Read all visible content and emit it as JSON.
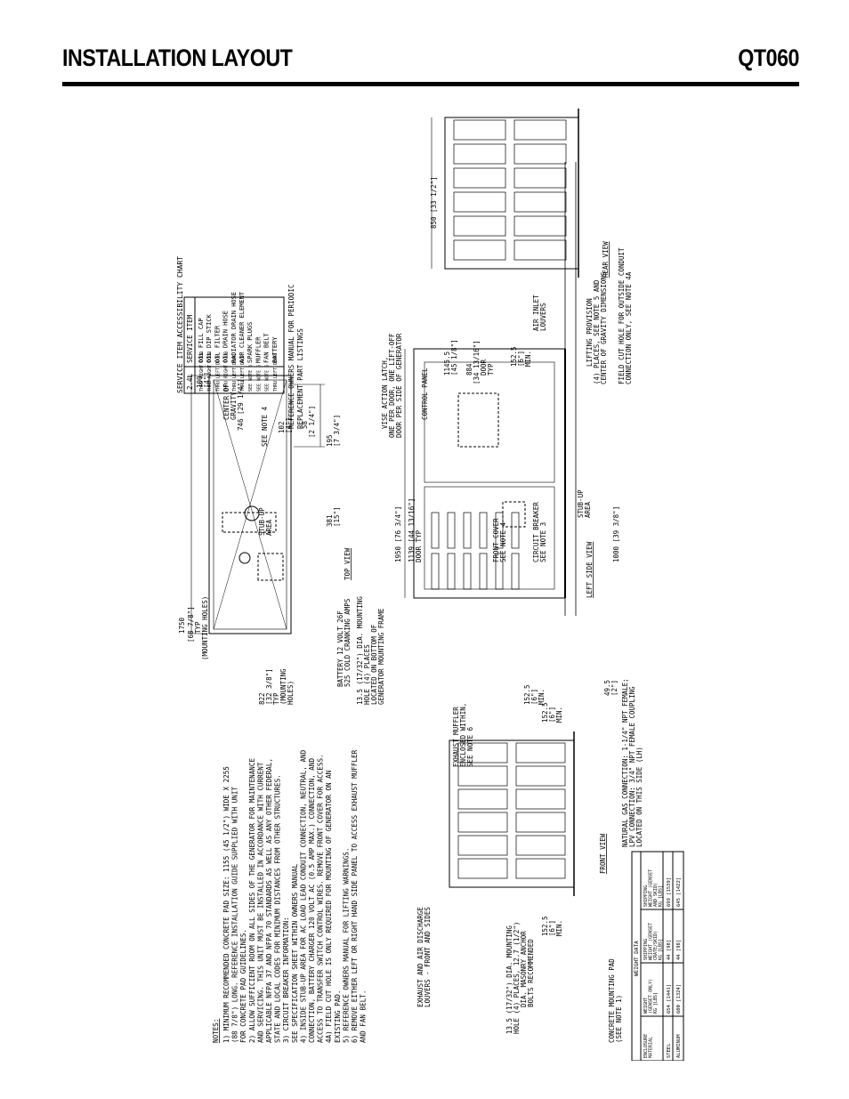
{
  "header": {
    "title": "INSTALLATION LAYOUT",
    "model": "QT060"
  },
  "service_chart": {
    "title": "SERVICE ITEM ACCESSIBILITY CHART",
    "col_item": "SERVICE ITEM",
    "col_access": "2.4L",
    "rows": [
      {
        "item": "OIL FILL CAP",
        "access": "THRU RIGHT DOOR"
      },
      {
        "item": "OIL DIP STICK",
        "access": "THRU RIGHT DOOR"
      },
      {
        "item": "OIL FILTER",
        "access": "THRU LEFT DOOR"
      },
      {
        "item": "OIL DRAIN HOSE",
        "access": "THRU RIGHT DOOR"
      },
      {
        "item": "RADIATOR DRAIN HOSE",
        "access": "THRU LEFT DOOR"
      },
      {
        "item": "AIR CLEANER ELEMENT",
        "access": "THRU LEFT DOOR"
      },
      {
        "item": "SPARK PLUGS",
        "access": "SEE NOTE 6"
      },
      {
        "item": "MUFFLER",
        "access": "SEE NOTE 6"
      },
      {
        "item": "FAN BELT",
        "access": "SEE NOTE 6"
      },
      {
        "item": "BATTERY",
        "access": "THRU LEFT DOOR"
      }
    ],
    "reference": [
      "REFERENCE OWNERS MANUAL FOR PERIODIC",
      "REPLACEMENT PART LISTINGS"
    ]
  },
  "top_view": {
    "label": "TOP VIEW",
    "dim_100": [
      "100",
      "[4\"]"
    ],
    "cog": [
      "CENTER OF",
      "GRAVITY",
      "746 [29 1/4\"]"
    ],
    "see_note_4": "SEE NOTE 4",
    "dim_102": [
      "102",
      "[4\"]"
    ],
    "dim_58": [
      "58",
      "[2 1/4\"]"
    ],
    "dim_195": [
      "195",
      "[7 3/4\"]"
    ],
    "dim_381": [
      "381",
      "[15\"]"
    ],
    "stub_up": [
      "STUB-UP",
      "AREA"
    ],
    "dim_1750": [
      "1750",
      "[68 7/8\"]",
      "TYP",
      "(MOUNTING HOLES)"
    ],
    "dim_822": [
      "822",
      "[32 3/8\"]",
      "TYP",
      "(MOUNTING",
      "HOLES)"
    ],
    "battery": [
      "BATTERY 12 VOLT 26F",
      "525 COLD CRANKING AMPS"
    ],
    "mount_hole": [
      "13.5 (17/32\") DIA. MOUNTING",
      "HOLE (4) PLACES",
      "LOCATED ON BOTTOM OF",
      "GENERATOR MOUNTING FRAME"
    ]
  },
  "left_side_view": {
    "label": "LEFT SIDE VIEW",
    "latch": [
      "VISE ACTION LATCH,",
      "ONE PER DOOR, ONE LIFT-OFF",
      "DOOR PER SIDE OF GENERATOR"
    ],
    "control_panel": "CONTROL PANEL",
    "dim_1145": [
      "1145.5",
      "[45 1/8\"]"
    ],
    "dim_884": [
      "884",
      "[34 13/16\"]",
      "DOOR",
      "TYP"
    ],
    "dim_1525_min": [
      "152.5",
      "[6\"]",
      "MIN."
    ],
    "dim_1950": [
      "1950 [76 3/4\"]"
    ],
    "dim_1139": [
      "1139 [44 13/16\"]",
      "DOOR TYP"
    ],
    "front_cover": [
      "FRONT COVER",
      "SEE NOTE 4"
    ],
    "circuit_breaker": [
      "CIRCUIT BREAKER",
      "SEE NOTE 3"
    ],
    "stub_up": [
      "STUB-UP",
      "AREA"
    ],
    "dim_1000": "1000 [39 3/8\"]",
    "lifting": [
      "LIFTING PROVISION",
      "(4) PLACES, SEE NOTE 5 AND",
      "CENTER OF GRAVITY DIMENSIONS"
    ],
    "field_cut": [
      "FIELD CUT HOLE FOR OUTSIDE CONDUIT",
      "CONNECTION ONLY, SEE NOTE 4A"
    ],
    "exhaust_muffler": [
      "EXHAUST MUFFLER",
      "ENCLOSED WITHIN,",
      "SEE NOTE 6"
    ],
    "dim_1525": [
      "152.5",
      "[6\"]",
      "MIN."
    ],
    "dim_495": [
      "49.5",
      "[2\"]"
    ],
    "gas": [
      "NATURAL GAS CONNECTION: 1-1/4\" NPT FEMALE;",
      "LPV CONNECTION: 3/4\" NPT FEMALE COUPLING",
      "LOCATED ON THIS SIDE (LH)"
    ]
  },
  "rear_view": {
    "label": "REAR VIEW",
    "dim_850": "850 [33 1/2\"]",
    "louvers": [
      "AIR INLET",
      "LOUVERS"
    ]
  },
  "front_view": {
    "label": "FRONT VIEW",
    "dim_top": [
      "152.5",
      "[6\"]",
      "MIN."
    ],
    "dim_bottom": [
      "152.5",
      "[6\"]",
      "MIN."
    ]
  },
  "notes": {
    "heading": "NOTES:",
    "lines": [
      "1)  MINIMUM RECOMMENDED CONCRETE PAD SIZE: 1155 (45 1/2\") WIDE X 2255",
      "    (88 7/8\") LONG. REFERENCE INSTALLATION GUIDE SUPPLIED WITH UNIT",
      "    FOR CONCRETE PAD GUIDELINES.",
      "2)  ALLOW SUFFICIENT ROOM ON ALL SIDES OF THE GENERATOR FOR MAINTENANCE",
      "    AND SERVICING. THIS UNIT MUST BE INSTALLED IN ACCORDANCE WITH CURRENT",
      "    APPLICABLE NFPA 37 AND NFPA 70 STANDARDS AS WELL AS ANY OTHER FEDERAL,",
      "    STATE AND LOCAL CODES FOR MINIMUM DISTANCES FROM OTHER STRUCTURES.",
      "3)  CIRCUIT BREAKER INFORMATION:",
      "    SEE SPECIFICATION SHEET WITHIN OWNERS MANUAL",
      "4)  INSIDE STUB-UP AREA FOR AC LOAD LEAD CONDUIT CONNECTION, NEUTRAL, AND",
      "    CONNECTION, BATTERY CHARGER 120 VOLT AC (0.5 AMP MAX.) CONNECTION, AND",
      "    ACCESS TO TRANSFER SWITCH CONTROL WIRES. REMOVE FRONT COVER FOR ACCESS.",
      "4A) FIELD CUT HOLE IS ONLY REQUIRED FOR MOUNTING OF GENERATOR ON AN",
      "    EXISTING PAD.",
      "5)  REFERENCE OWNERS MANUAL FOR LIFTING WARNINGS.",
      "6)  REMOVE EITHER LEFT OR RIGHT HAND SIDE PANEL TO ACCESS EXHAUST MUFFLER",
      "    AND FAN BELT."
    ]
  },
  "callouts": {
    "exhaust_louvers": [
      "EXHAUST AND AIR DISCHARGE",
      "LOUVERS - FRONT AND SIDES"
    ],
    "anchor": [
      "13.5 (17/32\") DIA. MOUNTING",
      "HOLE (4) PLACES, 12.7 (1/2\")",
      "DIA. MASONRY ANCHOR",
      "BOLTS RECOMMENDED"
    ],
    "concrete_pad": [
      "CONCRETE MOUNTING PAD",
      "(SEE NOTE 1)"
    ]
  },
  "weight_table": {
    "title": "WEIGHT DATA",
    "headers": [
      [
        "ENCLOSURE",
        "MATERIAL"
      ],
      [
        "WEIGHT",
        "(GENSET ONLY)",
        "KG [LBS]"
      ],
      [
        "SHIPPING",
        "WEIGHT (GENSET",
        "CRATE/SKID)",
        "KG [LBS]"
      ],
      [
        "SHIPPING",
        "WEIGHT (GENSET",
        "AND SKID)",
        "KG [LBS]"
      ]
    ],
    "rows": [
      [
        "STEEL",
        "654 [1441]",
        "44 [98]",
        "699 [1539]"
      ],
      [
        "ALUMINUM",
        "600 [1324]",
        "44 [98]",
        "645 [1422]"
      ]
    ]
  }
}
